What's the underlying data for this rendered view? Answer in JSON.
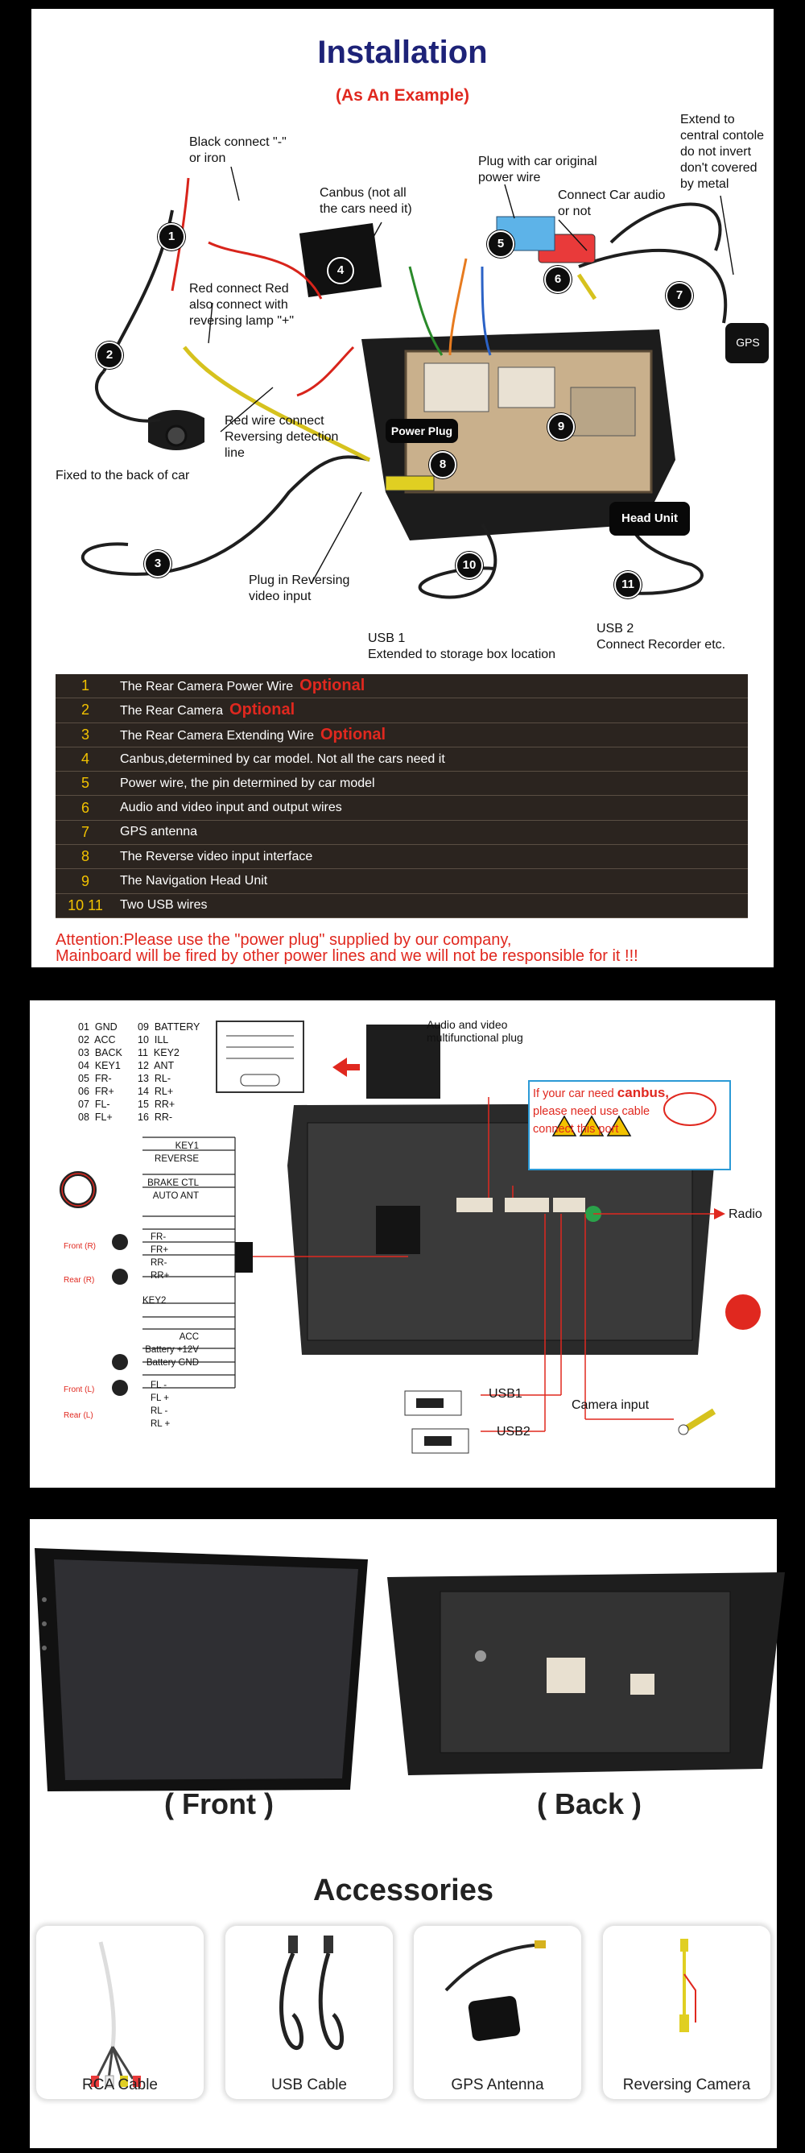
{
  "install": {
    "title": "Installation",
    "subtitle": "(As An Example)",
    "callouts": {
      "black_connect": "Black connect \"-\"\nor iron",
      "canbus": "Canbus (not all\nthe cars need it)",
      "plug_power": "Plug with car original\npower wire",
      "connect_audio": "Connect Car audio\nor not",
      "extend_gps": "Extend to\ncentral contole\ndo not invert\ndon't covered\nby metal",
      "red_connect": "Red connect Red\nalso connect with\nreversing lamp \"+\"",
      "red_wire": "Red wire connect\nReversing detection\nline",
      "fixed_back": "Fixed to the back of car",
      "plug_reversing": "Plug in Reversing\nvideo input",
      "usb1": "USB 1\nExtended to storage box location",
      "usb2": "USB 2\nConnect Recorder etc.",
      "gps": "GPS",
      "power_plug": "Power Plug",
      "head_unit": "Head Unit"
    },
    "badges": [
      "1",
      "2",
      "3",
      "4",
      "5",
      "6",
      "7",
      "8",
      "9",
      "10",
      "11"
    ],
    "legend": [
      {
        "num": "1",
        "text": "The Rear Camera Power Wire",
        "optional": "Optional"
      },
      {
        "num": "2",
        "text": "The Rear Camera",
        "optional": "Optional"
      },
      {
        "num": "3",
        "text": "The Rear Camera Extending Wire",
        "optional": "Optional"
      },
      {
        "num": "4",
        "text": "Canbus,determined by car model. Not all the cars need it",
        "optional": ""
      },
      {
        "num": "5",
        "text": "Power wire, the pin determined by car model",
        "optional": ""
      },
      {
        "num": "6",
        "text": "Audio and video input and output wires",
        "optional": ""
      },
      {
        "num": "7",
        "text": "GPS antenna",
        "optional": ""
      },
      {
        "num": "8",
        "text": "The Reverse video input interface",
        "optional": ""
      },
      {
        "num": "9",
        "text": "The Navigation Head Unit",
        "optional": ""
      },
      {
        "num": "10 11",
        "text": "Two USB wires",
        "optional": ""
      }
    ],
    "attention": "Attention:Please use the \"power plug\" supplied by our company,\nMainboard will be fired by other power lines and we will not be responsible for it !!!"
  },
  "wiring": {
    "pins_left": "01  GND\n02  ACC\n03  BACK\n04  KEY1\n05  FR-\n06  FR+\n07  FL-\n08  FL+",
    "pins_right": "09  BATTERY\n10  ILL\n11  KEY2\n12  ANT\n13  RL-\n14  RL+\n15  RR+\n16  RR-",
    "av_plug": "Audio and video\nmultifunctional plug",
    "canbus_note_pre": "If your car need ",
    "canbus_note_bold": "canbus,",
    "canbus_note_post": "please need use cable\nconnect this port",
    "radio": "Radio",
    "usb1": "USB1",
    "usb2": "USB2",
    "camera_input": "Camera input",
    "wires_top": [
      "KEY1",
      "REVERSE",
      "BRAKE CTL",
      "AUTO ANT"
    ],
    "front_r": "Front (R)",
    "rear_r": "Rear (R)",
    "front_l": "Front (L)",
    "rear_l": "Rear (L)",
    "speaker_r": [
      "FR-",
      "FR+",
      "RR-",
      "RR+"
    ],
    "key2": "KEY2",
    "power_wires": [
      "ACC",
      "Battery +12V",
      "Battery GND"
    ],
    "speaker_l": [
      "FL -",
      "FL +",
      "RL -",
      "RL +"
    ]
  },
  "product": {
    "front": "( Front )",
    "back": "( Back )",
    "accessories_title": "Accessories",
    "accessories": [
      "RCA Cable",
      "USB Cable",
      "GPS Antenna",
      "Reversing Camera"
    ]
  },
  "colors": {
    "title_blue": "#1d2277",
    "accent_red": "#e0281f",
    "legend_bg": "#2b241f",
    "legend_num": "#f2c200"
  }
}
